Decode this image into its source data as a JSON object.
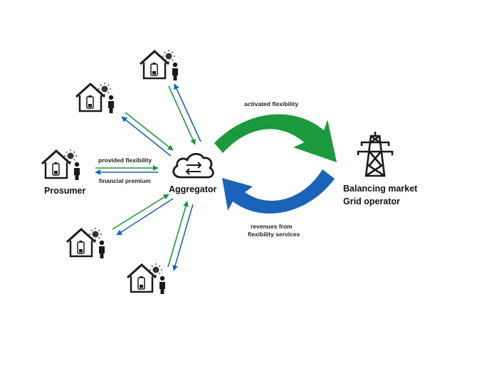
{
  "nodes": {
    "prosumer": "Prosumer",
    "aggregator": "Aggregator",
    "market_line1": "Balancing market",
    "market_line2": "Grid operator"
  },
  "edges": {
    "provided_flexibility": "provided flexibility",
    "financial_premium": "financial premium",
    "activated_flexibility": "activated flexibility",
    "revenues_line1": "revenues from",
    "revenues_line2": "flexibility services"
  },
  "colors": {
    "green": "#1a9a3c",
    "blue": "#1a63b8",
    "icon": "#1a1a1a",
    "sun": "#333333"
  }
}
